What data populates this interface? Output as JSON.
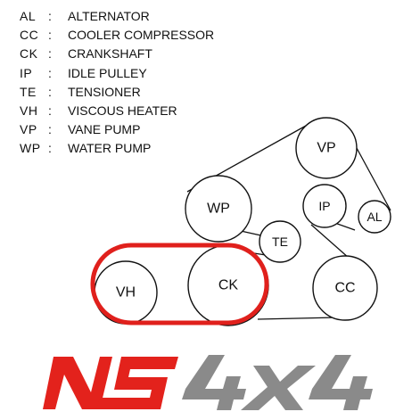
{
  "legend": [
    {
      "abbr": "AL",
      "sep": ":",
      "name": "ALTERNATOR"
    },
    {
      "abbr": "CC",
      "sep": ":",
      "name": "COOLER COMPRESSOR"
    },
    {
      "abbr": "CK",
      "sep": ":",
      "name": "CRANKSHAFT"
    },
    {
      "abbr": "IP",
      "sep": ":",
      "name": "IDLE PULLEY"
    },
    {
      "abbr": "TE",
      "sep": ":",
      "name": "TENSIONER"
    },
    {
      "abbr": "VH",
      "sep": ":",
      "name": "VISCOUS HEATER"
    },
    {
      "abbr": "VP",
      "sep": ":",
      "name": "VANE PUMP"
    },
    {
      "abbr": "WP",
      "sep": ":",
      "name": "WATER PUMP"
    }
  ],
  "pulleys": {
    "vp": "VP",
    "ip": "IP",
    "al": "AL",
    "wp": "WP",
    "te": "TE",
    "ck": "CK",
    "cc": "CC",
    "vh": "VH"
  },
  "logo": {
    "text": "NS4X4",
    "colors": {
      "ns": "#e3221c",
      "x44": "#8a8a8a"
    }
  },
  "colors": {
    "belt": "#111111",
    "highlight": "#e0201c"
  }
}
